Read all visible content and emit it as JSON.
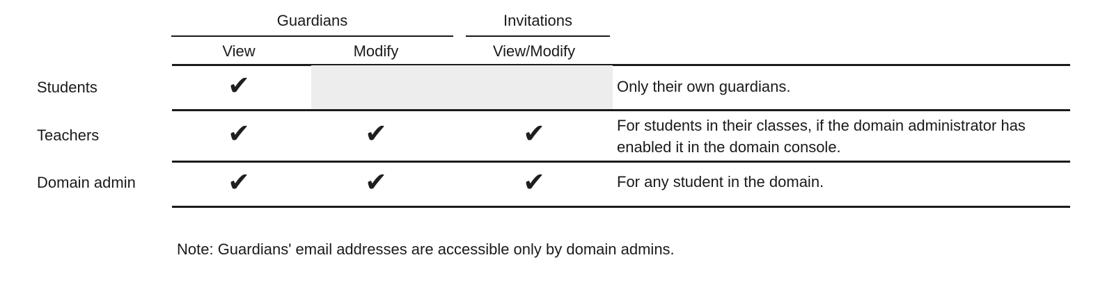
{
  "colors": {
    "text": "#1a1a1a",
    "line": "#1a1a1a",
    "disabled_cell_bg": "#ededed",
    "background": "#ffffff"
  },
  "table": {
    "check_glyph": "✔",
    "header": {
      "groups": [
        {
          "label": "Guardians"
        },
        {
          "label": "Invitations"
        }
      ],
      "columns": [
        {
          "label": "View"
        },
        {
          "label": "Modify"
        },
        {
          "label": "View/Modify"
        }
      ]
    },
    "rows": [
      {
        "label": "Students",
        "cells": [
          "✔",
          "",
          ""
        ],
        "blocked_columns": [
          "Modify",
          "View/Modify"
        ],
        "note": "Only their own guardians."
      },
      {
        "label": "Teachers",
        "cells": [
          "✔",
          "✔",
          "✔"
        ],
        "blocked_columns": [],
        "note": "For students in their classes, if the domain administrator has enabled it in the domain console."
      },
      {
        "label": "Domain admin",
        "cells": [
          "✔",
          "✔",
          "✔"
        ],
        "blocked_columns": [],
        "note": "For any student in the domain."
      }
    ]
  },
  "footnote": "Note: Guardians' email addresses are accessible only by domain admins."
}
